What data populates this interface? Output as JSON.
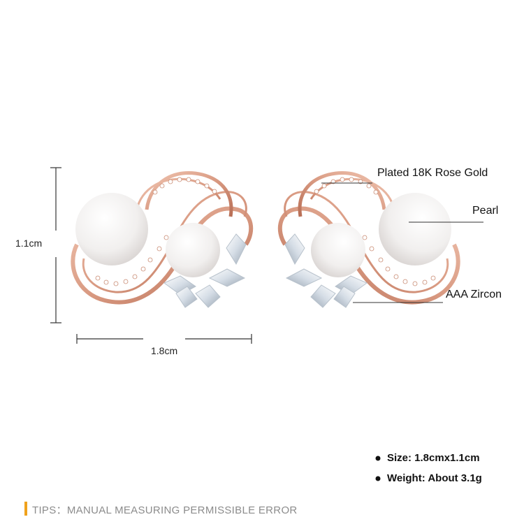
{
  "dimensions": {
    "height_label": "1.1cm",
    "width_label": "1.8cm"
  },
  "callouts": {
    "plating": "Plated 18K Rose Gold",
    "pearl": "Pearl",
    "zircon": "AAA Zircon"
  },
  "specs": {
    "size": "Size: 1.8cmx1.1cm",
    "weight": "Weight: About 3.1g"
  },
  "tips": "TIPS：MANUAL MEASURING PERMISSIBLE ERROR",
  "colors": {
    "rose_gold": "#d99a82",
    "rose_gold_dark": "#b86e55",
    "pearl": "#f4f2f1",
    "zircon": "#e6ecf2",
    "tips_accent": "#f0a21c",
    "tips_text": "#8c8c8c"
  }
}
